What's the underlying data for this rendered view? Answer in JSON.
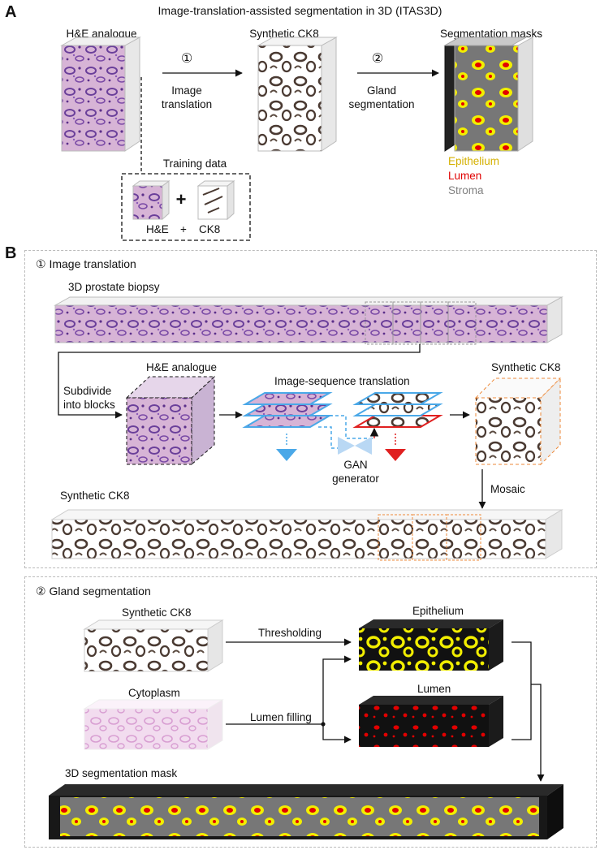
{
  "figure_title": "Image-translation-assisted segmentation in 3D (ITAS3D)",
  "panel_a": {
    "letter": "A",
    "he_label": "H&E analogue",
    "ck8_label": "Synthetic CK8",
    "masks_label": "Segmentation masks",
    "step1_marker": "①",
    "step1_label_line1": "Image",
    "step1_label_line2": "translation",
    "step2_marker": "②",
    "step2_label_line1": "Gland",
    "step2_label_line2": "segmentation",
    "training_label": "Training data",
    "training_he": "H&E",
    "training_plus": "+",
    "training_ck8": "CK8",
    "legend": [
      {
        "label": "Epithelium",
        "color": "#d4b000"
      },
      {
        "label": "Lumen",
        "color": "#e00000"
      },
      {
        "label": "Stroma",
        "color": "#808080"
      }
    ]
  },
  "panel_b": {
    "letter": "B",
    "section1_title": "① Image translation",
    "biopsy_label": "3D prostate biopsy",
    "subdivide_line1": "Subdivide",
    "subdivide_line2": "into blocks",
    "he_block_label": "H&E analogue",
    "sequence_label": "Image-sequence translation",
    "ck8_block_label": "Synthetic CK8",
    "gan_line1": "GAN",
    "gan_line2": "generator",
    "mosaic_label": "Mosaic",
    "ck8_volume_label": "Synthetic CK8",
    "section2_title": "② Gland segmentation",
    "seg_ck8_label": "Synthetic CK8",
    "cytoplasm_label": "Cytoplasm",
    "thresholding_label": "Thresholding",
    "lumen_filling_label": "Lumen filling",
    "epithelium_label": "Epithelium",
    "lumen_label": "Lumen",
    "mask_label": "3D segmentation mask"
  },
  "colors": {
    "he_purple": "#9a6fb8",
    "ck8_brown": "#4a3a32",
    "epithelium_yellow": "#f2ee00",
    "lumen_red": "#e30000",
    "stroma_gray": "#808080",
    "blue_arrow": "#4aa8e8",
    "red_arrow": "#e02020",
    "orange_dash": "#ee8a3a"
  }
}
